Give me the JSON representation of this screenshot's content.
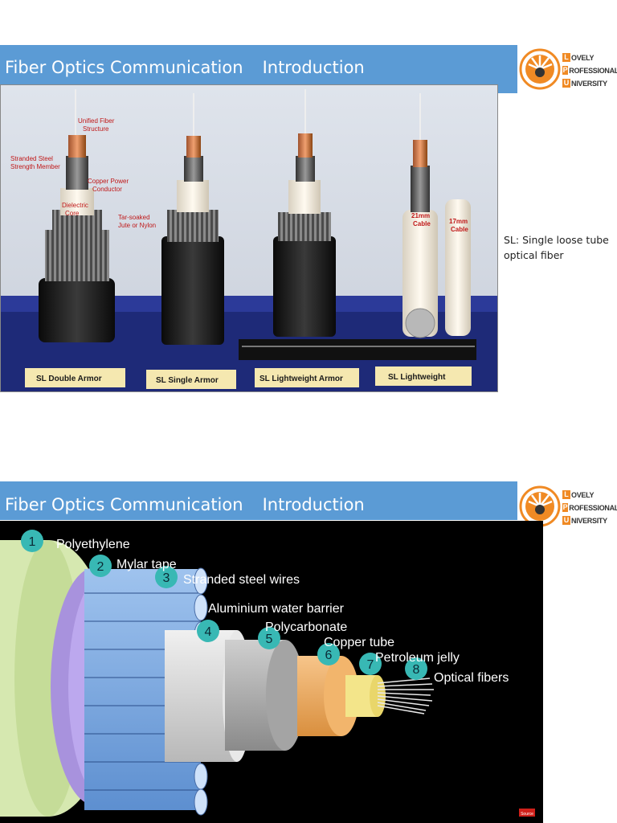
{
  "slide1": {
    "title_part1": "Fiber Optics Communication",
    "title_part2": "Introduction",
    "logo": {
      "rows": [
        {
          "letter": "L",
          "rest": "OVELY"
        },
        {
          "letter": "P",
          "rest": "ROFESSIONAL"
        },
        {
          "letter": "U",
          "rest": "NIVERSITY"
        }
      ]
    },
    "note": "SL: Single loose tube optical fiber",
    "photo": {
      "annotations": [
        "Unified Fiber",
        "Structure",
        "Stranded Steel",
        "Strength Member",
        "Copper Power",
        "Conductor",
        "Dielectric",
        "Core",
        "Tar-soaked",
        "Jute or Nylon"
      ],
      "cable_labels": [
        "21mm",
        "Cable",
        "17mm",
        "Cable"
      ],
      "base_labels": [
        "SL Double Armor",
        "SL Single Armor",
        "SL Lightweight Armor",
        "SL Lightweight"
      ]
    }
  },
  "slide2": {
    "title_part1": "Fiber Optics Communication",
    "title_part2": "Introduction",
    "logo": {
      "rows": [
        {
          "letter": "L",
          "rest": "OVELY"
        },
        {
          "letter": "P",
          "rest": "ROFESSIONAL"
        },
        {
          "letter": "U",
          "rest": "NIVERSITY"
        }
      ]
    },
    "layers": [
      {
        "num": "1",
        "label": "Polyethylene"
      },
      {
        "num": "2",
        "label": "Mylar tape"
      },
      {
        "num": "3",
        "label": "Stranded steel wires"
      },
      {
        "num": "4",
        "label": "Aluminium water barrier"
      },
      {
        "num": "5",
        "label": "Polycarbonate"
      },
      {
        "num": "6",
        "label": "Copper tube"
      },
      {
        "num": "7",
        "label": "Petroleum jelly"
      },
      {
        "num": "8",
        "label": "Optical fibers"
      }
    ],
    "source_badge": "Source"
  }
}
